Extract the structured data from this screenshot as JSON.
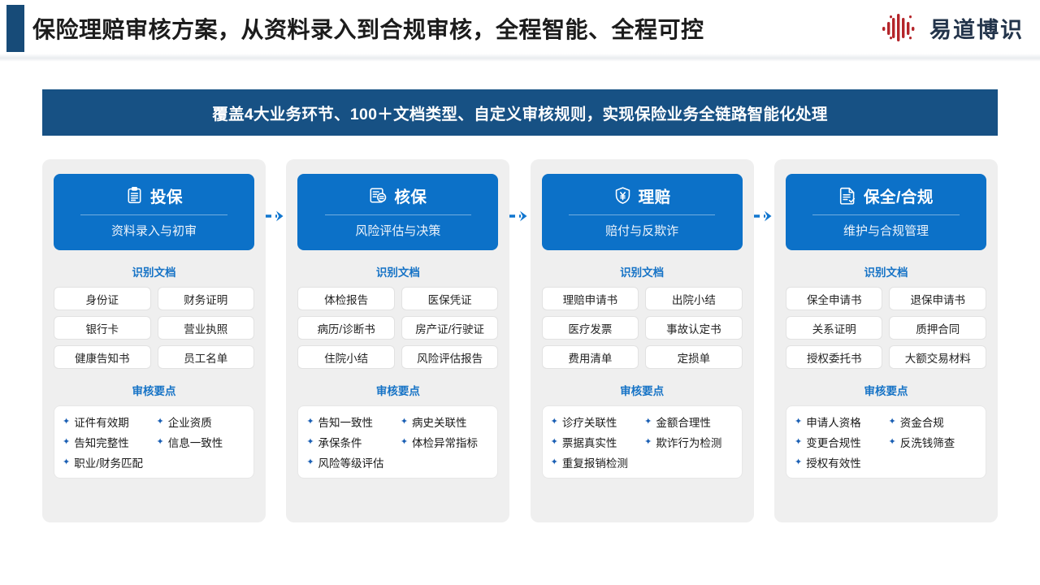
{
  "header": {
    "title": "保险理赔审核方案，从资料录入到合规审核，全程智能、全程可控",
    "brand_name": "易道博识",
    "accent_color": "#174b78"
  },
  "sub_banner": {
    "text": "覆盖4大业务环节、100＋文档类型、自定义审核规则，实现保险业务全链路智能化处理",
    "background": "#175184"
  },
  "labels": {
    "documents": "识别文档",
    "audit_points": "审核要点"
  },
  "theme": {
    "card_blue": "#0c71c8",
    "label_blue": "#1673c6",
    "card_bg": "#efefef",
    "star_blue": "#1a5fb4",
    "logo_red": "#b4252a"
  },
  "stages": [
    {
      "icon": "clipboard-icon",
      "title": "投保",
      "subtitle": "资料录入与初审",
      "documents": [
        "身份证",
        "财务证明",
        "银行卡",
        "营业执照",
        "健康告知书",
        "员工名单"
      ],
      "points": [
        "证件有效期",
        "企业资质",
        "告知完整性",
        "信息一致性",
        "职业/财务匹配"
      ]
    },
    {
      "icon": "document-review-icon",
      "title": "核保",
      "subtitle": "风险评估与决策",
      "documents": [
        "体检报告",
        "医保凭证",
        "病历/诊断书",
        "房产证/行驶证",
        "住院小结",
        "风险评估报告"
      ],
      "points": [
        "告知一致性",
        "病史关联性",
        "承保条件",
        "体检异常指标",
        "风险等级评估"
      ]
    },
    {
      "icon": "shield-yen-icon",
      "title": "理赔",
      "subtitle": "赔付与反欺诈",
      "documents": [
        "理赔申请书",
        "出院小结",
        "医疗发票",
        "事故认定书",
        "费用清单",
        "定损单"
      ],
      "points": [
        "诊疗关联性",
        "金额合理性",
        "票据真实性",
        "欺诈行为检测",
        "重复报销检测"
      ]
    },
    {
      "icon": "document-check-icon",
      "title": "保全/合规",
      "subtitle": "维护与合规管理",
      "documents": [
        "保全申请书",
        "退保申请书",
        "关系证明",
        "质押合同",
        "授权委托书",
        "大额交易材料"
      ],
      "points": [
        "申请人资格",
        "资金合规",
        "变更合规性",
        "反洗钱筛查",
        "授权有效性"
      ]
    }
  ],
  "connector": {
    "arrow_color": "#1176cf",
    "count": 3
  }
}
